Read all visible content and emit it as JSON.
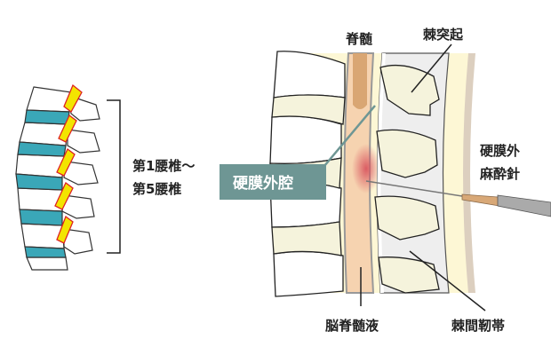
{
  "labels": {
    "spinal_cord": "脊髄",
    "spinous_process": "棘突起",
    "epidural_needle_line1": "硬膜外",
    "epidural_needle_line2": "麻酔針",
    "lumbar_range_line1": "第1腰椎～",
    "lumbar_range_line2": "第5腰椎",
    "epidural_space": "硬膜外腔",
    "csf": "脳脊髄液",
    "interspinous_ligament": "棘間靭帯"
  },
  "colors": {
    "epidural_box": "#6e9694",
    "bone": "#f5f3dc",
    "disc": "#3aa7b8",
    "fat": "#fdf7d5",
    "spinal_cord": "#d9a673",
    "csf": "#f6d3b0",
    "injection": "#d9565f",
    "nerve_highlight": "#f3e400"
  }
}
